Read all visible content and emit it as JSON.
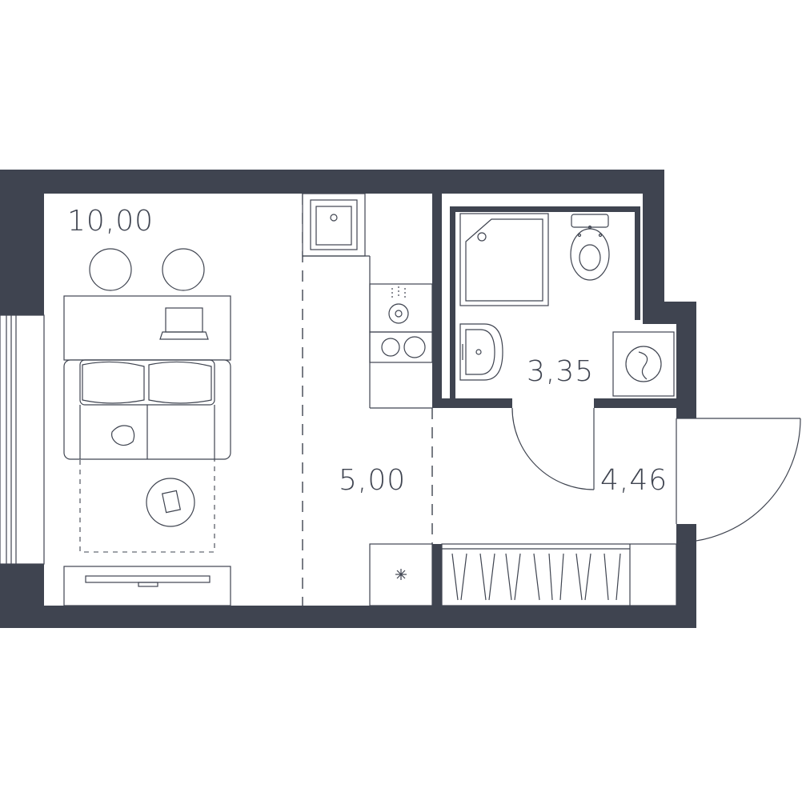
{
  "colors": {
    "wall": "#3f4450",
    "line": "#3f4450",
    "background": "#ffffff"
  },
  "rooms": {
    "living": {
      "area": "10,00"
    },
    "kitchen": {
      "area": "5,00"
    },
    "bathroom": {
      "area": "3,35"
    },
    "hallway": {
      "area": "4,46"
    }
  },
  "icons": {
    "sink": "kitchen-sink-icon",
    "stove": "cooktop-icon",
    "fridge": "fridge-icon",
    "shower": "shower-tray-icon",
    "toilet": "toilet-icon",
    "washbasin": "washbasin-icon",
    "washer": "washing-machine-icon"
  }
}
